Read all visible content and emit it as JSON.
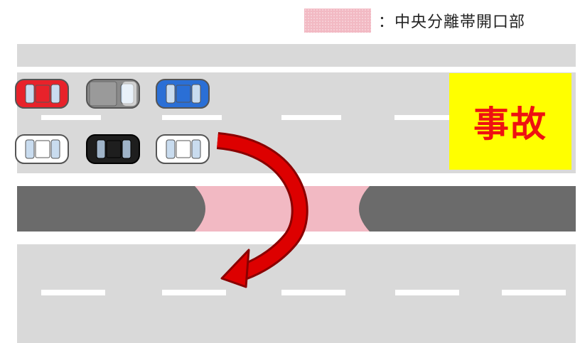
{
  "legend": {
    "label": "：中央分離帯開口部",
    "swatch_color": "#f2b9c3"
  },
  "accident_label": "事故",
  "colors": {
    "road": "#d9d9d9",
    "median": "#6b6b6b",
    "opening": "#f2b9c3",
    "arrow": "#dd0000",
    "accident_bg": "#ffff00",
    "accident_text": "#ee1111"
  },
  "cars": [
    {
      "lane": "upper",
      "color": "#e8222a",
      "kind": "sedan"
    },
    {
      "lane": "upper",
      "color": "#8a8a8a",
      "kind": "truck"
    },
    {
      "lane": "upper",
      "color": "#2a6fd6",
      "kind": "sedan"
    },
    {
      "lane": "lower",
      "color": "#ffffff",
      "kind": "sedan"
    },
    {
      "lane": "lower",
      "color": "#1e1e1e",
      "kind": "sedan"
    },
    {
      "lane": "lower",
      "color": "#ffffff",
      "kind": "van"
    }
  ]
}
